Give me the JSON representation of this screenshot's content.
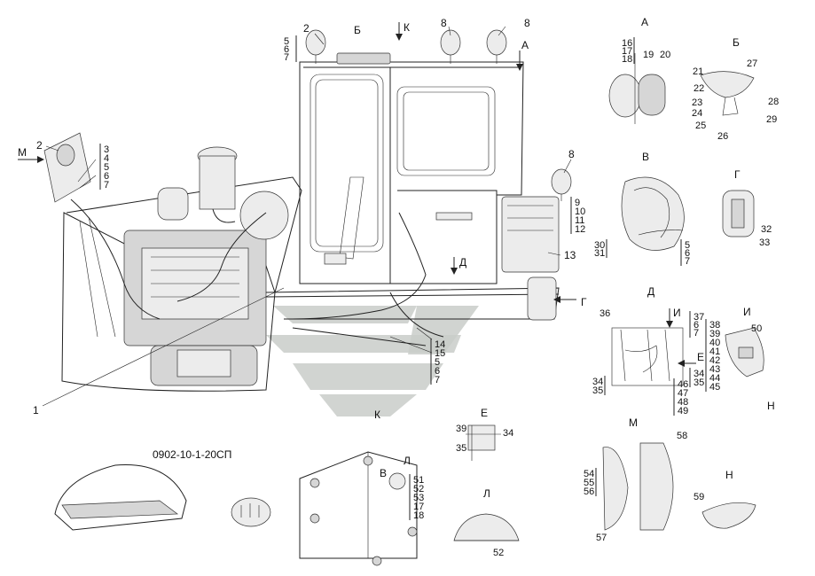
{
  "drawing_number": "0902-10-1-20СП",
  "view_letters": {
    "m_main": "М",
    "b_main": "Б",
    "k_main": "К",
    "a_main": "А",
    "d_main": "Д",
    "g_main": "Г",
    "a_detail": "А",
    "b_detail": "Б",
    "v_detail": "В",
    "g_detail": "Г",
    "d_detail": "Д",
    "i_detail": "И",
    "i_arrow": "И",
    "e_arrow": "Е",
    "k_detail": "К",
    "e_detail": "Е",
    "l_detail": "Л",
    "l_detail2": "Л",
    "v_in_k": "В",
    "m_detail": "М",
    "n_detail": "Н",
    "n_in_i": "Н"
  },
  "numbers": {
    "n1": "1",
    "n2a": "2",
    "n2b": "2",
    "n8a": "8",
    "n8b": "8",
    "n8c": "8",
    "n13": "13",
    "stack_567_top": [
      "5",
      "6",
      "7"
    ],
    "stack_34567": [
      "3",
      "4",
      "5",
      "6",
      "7"
    ],
    "stack_9_12": [
      "9",
      "10",
      "11",
      "12"
    ],
    "stack_14_7": [
      "14",
      "15",
      "5",
      "6",
      "7"
    ],
    "stack_a_left": [
      "16",
      "17",
      "18"
    ],
    "a_19": "19",
    "a_20": "20",
    "b_21": "21",
    "b_22": "22",
    "b_23": "23",
    "b_24": "24",
    "b_25": "25",
    "b_26": "26",
    "b_27": "27",
    "b_28": "28",
    "b_29": "29",
    "stack_v_left": [
      "30",
      "31"
    ],
    "stack_v_right": [
      "5",
      "6",
      "7"
    ],
    "g_32": "32",
    "g_33": "33",
    "d_36": "36",
    "stack_d_top": [
      "37",
      "6",
      "7"
    ],
    "stack_d_left": [
      "34",
      "35"
    ],
    "stack_d_mid": [
      "34",
      "35"
    ],
    "stack_d_bottom": [
      "46",
      "47",
      "48",
      "49"
    ],
    "stack_i": [
      "38",
      "39",
      "40",
      "41",
      "42",
      "43",
      "44",
      "45"
    ],
    "i_50": "50",
    "e_39": "39",
    "e_34": "34",
    "e_35": "35",
    "stack_k": [
      "51",
      "52",
      "53",
      "17",
      "18"
    ],
    "l_52": "52",
    "stack_m": [
      "54",
      "55",
      "56"
    ],
    "m_57": "57",
    "m_58": "58",
    "n_59": "59"
  }
}
